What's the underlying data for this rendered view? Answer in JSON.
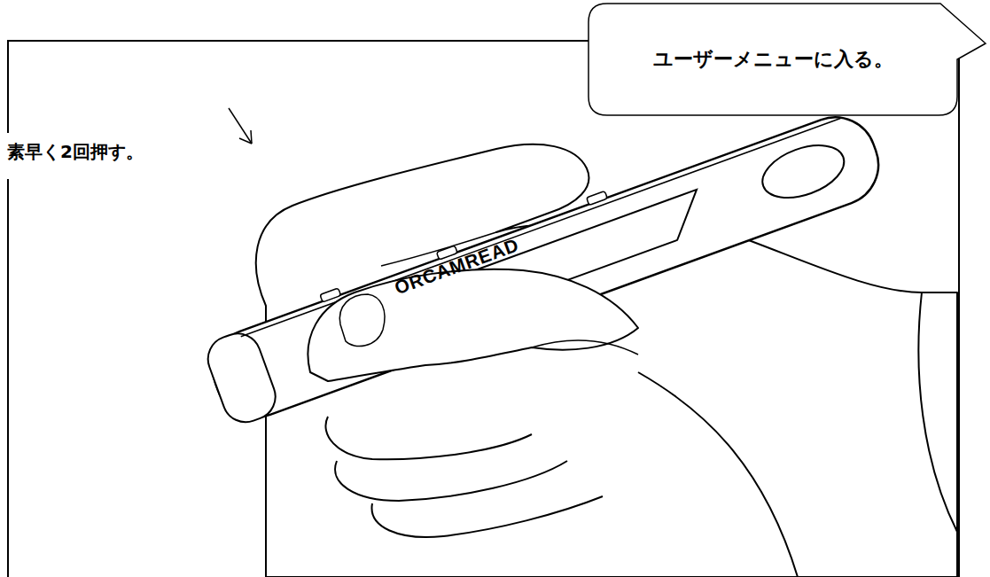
{
  "diagram": {
    "nodes": [
      {
        "text": [
          "ユーザーメニューに入る。"
        ]
      }
    ],
    "labels": [
      "素早く2回押す。",
      "ORCAMREAD"
    ]
  }
}
